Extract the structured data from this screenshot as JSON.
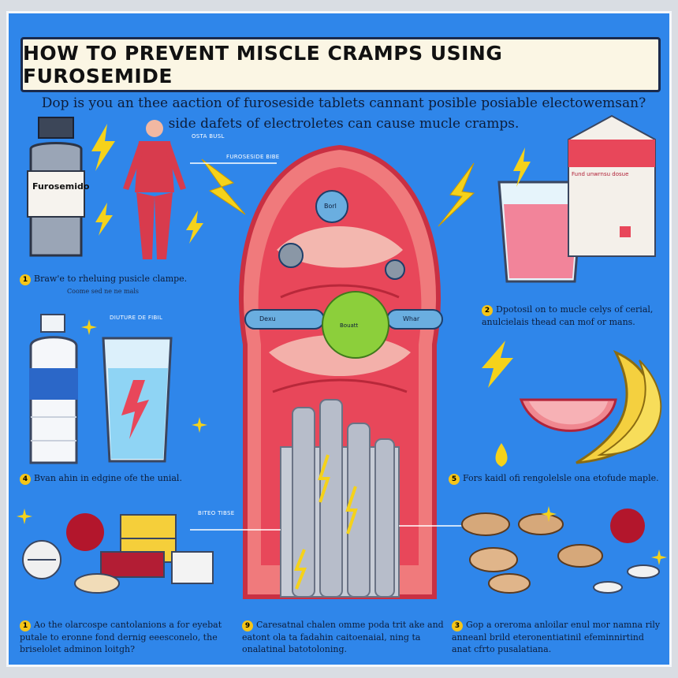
{
  "title": "HOW TO PREVENT MISCLE CRAMPS USING FUROSEMIDE",
  "subtitle_line1": "Dop is you an thee aaction of furoseside tablets cannant posible posiable electowemsan?",
  "subtitle_line2": "side dafets of electroletes can cause mucle cramps.",
  "bottle_label": "Furosemido",
  "diagram_labels": {
    "top_left": "FUROSESIDE BIBE",
    "body_tag": "OSTA BUSL",
    "node_top": "Borl",
    "node_left": "Dexu",
    "node_center": "Bouatt",
    "node_right": "Whar",
    "drink_tag": "DIUTURE DE FIBIL",
    "stack_tag": "BITEO TIBSE"
  },
  "carton_text": "Fund unwrnsu dosue",
  "tips": {
    "tip1_num": "1",
    "tip1_text": "Braw'e to rheluing pusicle clampe.",
    "tip1_sub": "Coome sed ne ne mals",
    "tip2_num": "2",
    "tip2_text": "Dpotosil on to mucle celys of cerial, anulcielais thead can mof or mans.",
    "tip4_num": "4",
    "tip4_text": "Bvan ahin in edgine ofe the unial.",
    "tip5_num": "5",
    "tip5_text": "Fors kaidl ofi rengolelsle ona etofude maple.",
    "tip7_num": "1",
    "tip7_text": "Ao the olarcospe cantolanions a for eyebat putale to eronne fond dernig eeesconelo, the briselolet adminon loitgh?",
    "tip8_num": "9",
    "tip8_text": "Caresatnal chalen omme poda trit ake and eatont ola ta fadahin caitoenaial, ning ta onalatinal batotoloning.",
    "tip9_num": "3",
    "tip9_text": "Gop a oreroma anloilar enul mor namna rily anneanl brild eteronentiatinil efeminnirtind anat cfrto pusalatiana."
  },
  "colors": {
    "background": "#2f86ea",
    "title_bg": "#fbf6e4",
    "muscle": "#e8475a",
    "bolt": "#f5d21a"
  }
}
